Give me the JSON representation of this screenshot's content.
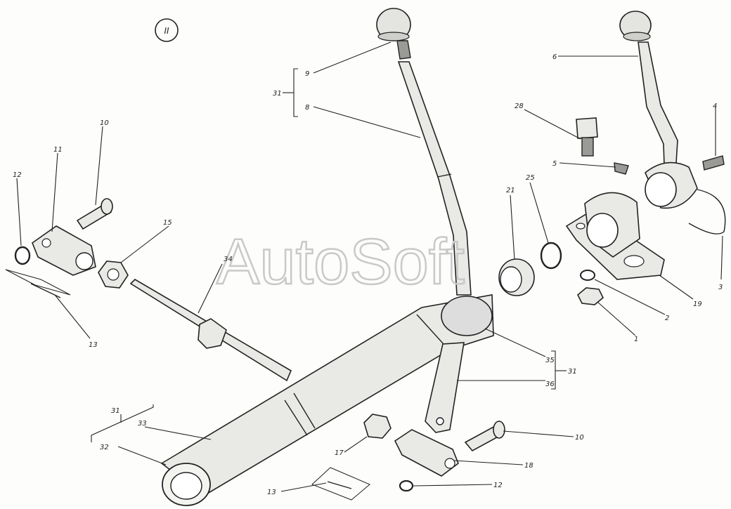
{
  "figure": {
    "section_mark": "II",
    "watermark": "AutoSoft"
  },
  "labels": {
    "l1": "1",
    "l2": "2",
    "l3": "3",
    "l4": "4",
    "l5": "5",
    "l6": "6",
    "l8": "8",
    "l9": "9",
    "l10a": "10",
    "l10b": "10",
    "l11": "11",
    "l12a": "12",
    "l12b": "12",
    "l13a": "13",
    "l13b": "13",
    "l15": "15",
    "l17": "17",
    "l18": "18",
    "l19": "19",
    "l21": "21",
    "l25": "25",
    "l28": "28",
    "l31a": "31",
    "l31b": "31",
    "l31c": "31",
    "l32": "32",
    "l33": "33",
    "l34": "34",
    "l35": "35",
    "l36": "36"
  }
}
